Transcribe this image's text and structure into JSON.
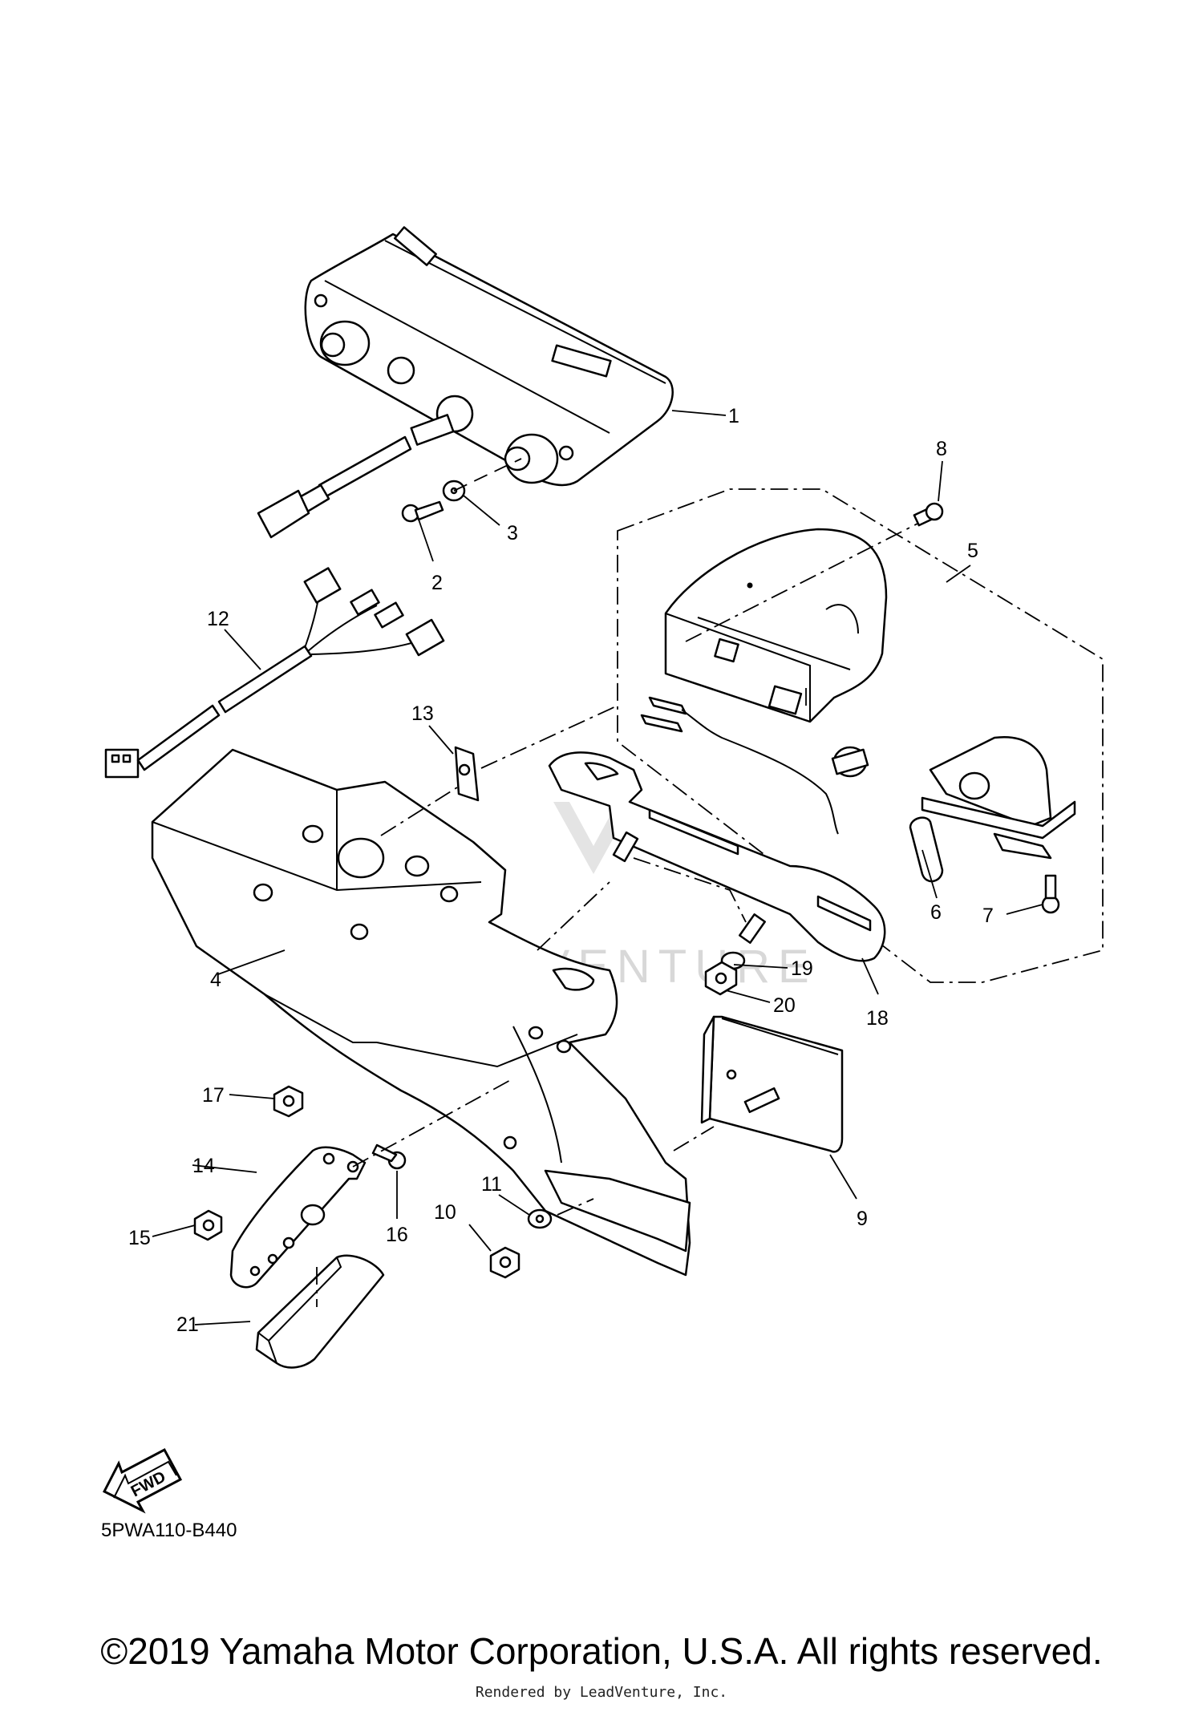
{
  "diagram": {
    "code": "5PWA110-B440",
    "fwd_label": "FWD",
    "watermark": "LEADVENTURE",
    "callouts": [
      {
        "id": "1",
        "text": "1"
      },
      {
        "id": "2",
        "text": "2"
      },
      {
        "id": "3",
        "text": "3"
      },
      {
        "id": "4",
        "text": "4"
      },
      {
        "id": "5",
        "text": "5"
      },
      {
        "id": "6",
        "text": "6"
      },
      {
        "id": "7",
        "text": "7"
      },
      {
        "id": "8",
        "text": "8"
      },
      {
        "id": "9",
        "text": "9"
      },
      {
        "id": "10",
        "text": "10"
      },
      {
        "id": "11",
        "text": "11"
      },
      {
        "id": "12",
        "text": "12"
      },
      {
        "id": "13",
        "text": "13"
      },
      {
        "id": "14",
        "text": "14"
      },
      {
        "id": "15",
        "text": "15"
      },
      {
        "id": "16",
        "text": "16"
      },
      {
        "id": "17",
        "text": "17"
      },
      {
        "id": "18",
        "text": "18"
      },
      {
        "id": "19",
        "text": "19"
      },
      {
        "id": "20",
        "text": "20"
      },
      {
        "id": "21",
        "text": "21"
      }
    ]
  },
  "footer": {
    "copyright": "©2019 Yamaha Motor Corporation, U.S.A. All rights reserved.",
    "rendered_by": "Rendered by LeadVenture, Inc."
  }
}
